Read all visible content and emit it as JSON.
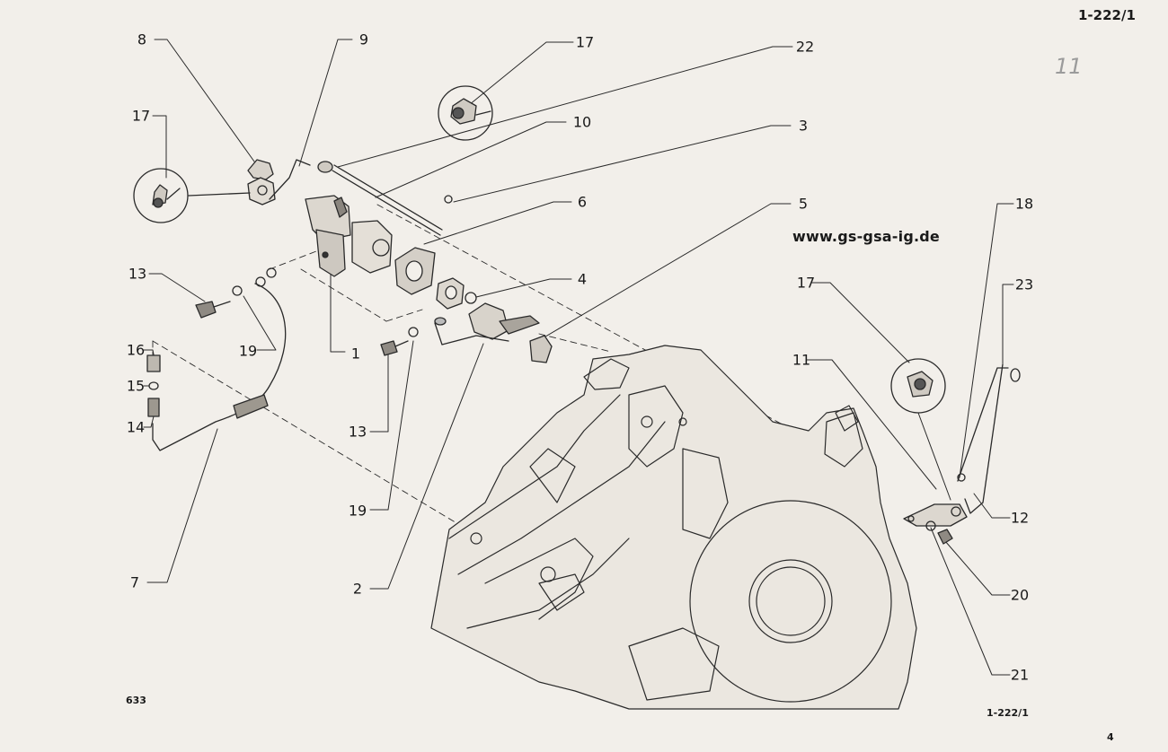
{
  "header": {
    "page_code": "1-222/1",
    "handwritten_note": "11",
    "website": "www.gs-gsa-ig.de"
  },
  "footer": {
    "reference_left": "633",
    "page_code_bottom": "1-222/1",
    "page_number": "4"
  },
  "callouts": [
    {
      "id": "c8",
      "label": "8"
    },
    {
      "id": "c9",
      "label": "9"
    },
    {
      "id": "c17a",
      "label": "17"
    },
    {
      "id": "c17b",
      "label": "17"
    },
    {
      "id": "c22",
      "label": "22"
    },
    {
      "id": "c10",
      "label": "10"
    },
    {
      "id": "c3",
      "label": "3"
    },
    {
      "id": "c6",
      "label": "6"
    },
    {
      "id": "c5",
      "label": "5"
    },
    {
      "id": "c4",
      "label": "4"
    },
    {
      "id": "c13a",
      "label": "13"
    },
    {
      "id": "c19a",
      "label": "19"
    },
    {
      "id": "c1",
      "label": "1"
    },
    {
      "id": "c16",
      "label": "16"
    },
    {
      "id": "c15",
      "label": "15"
    },
    {
      "id": "c14",
      "label": "14"
    },
    {
      "id": "c13b",
      "label": "13"
    },
    {
      "id": "c19b",
      "label": "19"
    },
    {
      "id": "c2",
      "label": "2"
    },
    {
      "id": "c7",
      "label": "7"
    },
    {
      "id": "c18",
      "label": "18"
    },
    {
      "id": "c23",
      "label": "23"
    },
    {
      "id": "c17c",
      "label": "17"
    },
    {
      "id": "c11",
      "label": "11"
    },
    {
      "id": "c12",
      "label": "12"
    },
    {
      "id": "c20",
      "label": "20"
    },
    {
      "id": "c21",
      "label": "21"
    }
  ]
}
